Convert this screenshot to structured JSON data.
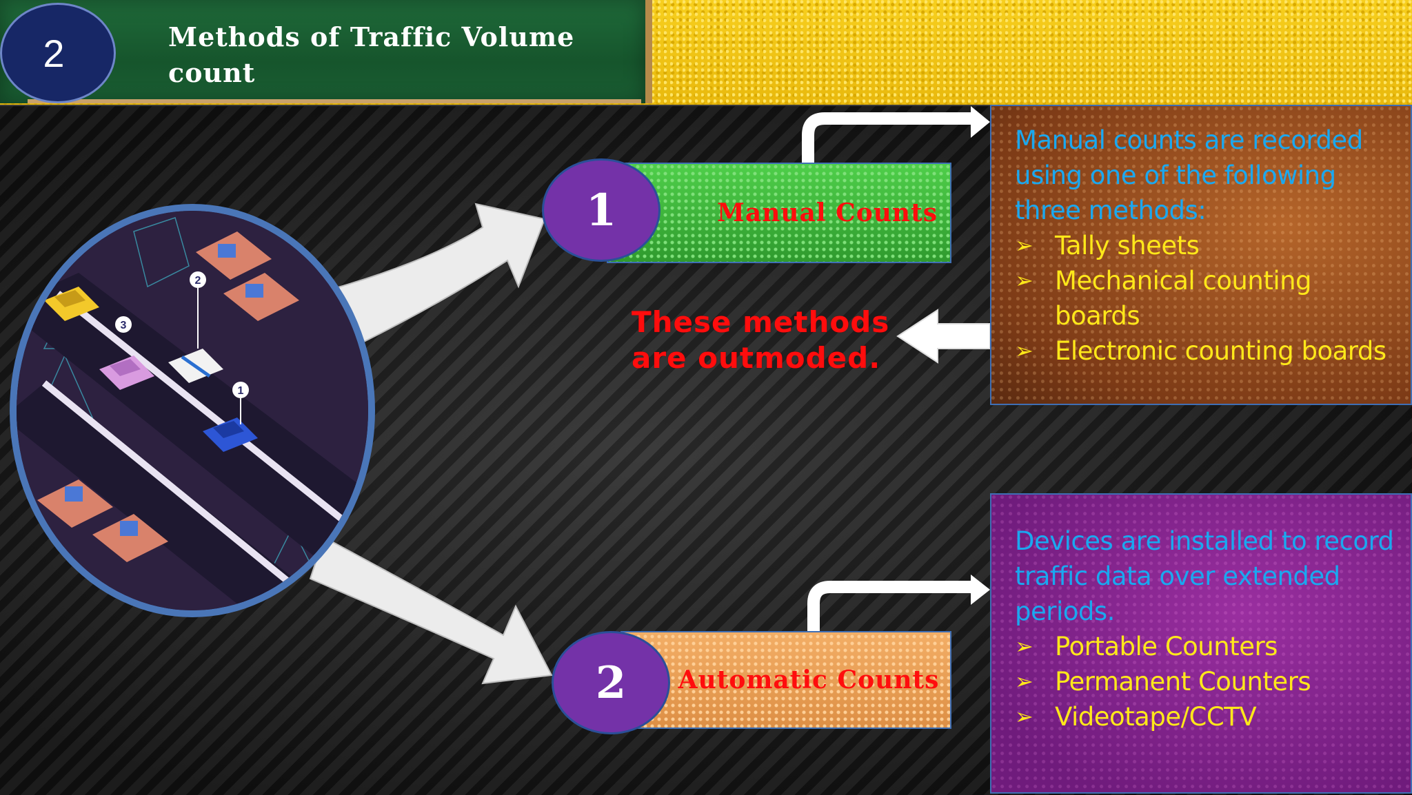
{
  "header": {
    "number": "2",
    "title": "Methods of Traffic Volume count"
  },
  "methods": [
    {
      "number": "1",
      "label": "Manual Counts",
      "intro": "Manual counts are recorded using one of the following three methods:",
      "items": [
        "Tally sheets",
        "Mechanical counting boards",
        "Electronic counting boards"
      ]
    },
    {
      "number": "2",
      "label": "Automatic Counts",
      "intro": "Devices are installed to record traffic data over extended periods.",
      "items": [
        "Portable Counters",
        "Permanent Counters",
        "Videotape/CCTV"
      ]
    }
  ],
  "note": "These methods are outmoded.",
  "bullet_glyph": "➢",
  "colors": {
    "badge_bg": "#172766",
    "method_num_bg": "#7432a8",
    "label_red": "#ff0d0d",
    "intro_blue": "#1aa8f0",
    "list_yellow": "#ffe81a"
  }
}
